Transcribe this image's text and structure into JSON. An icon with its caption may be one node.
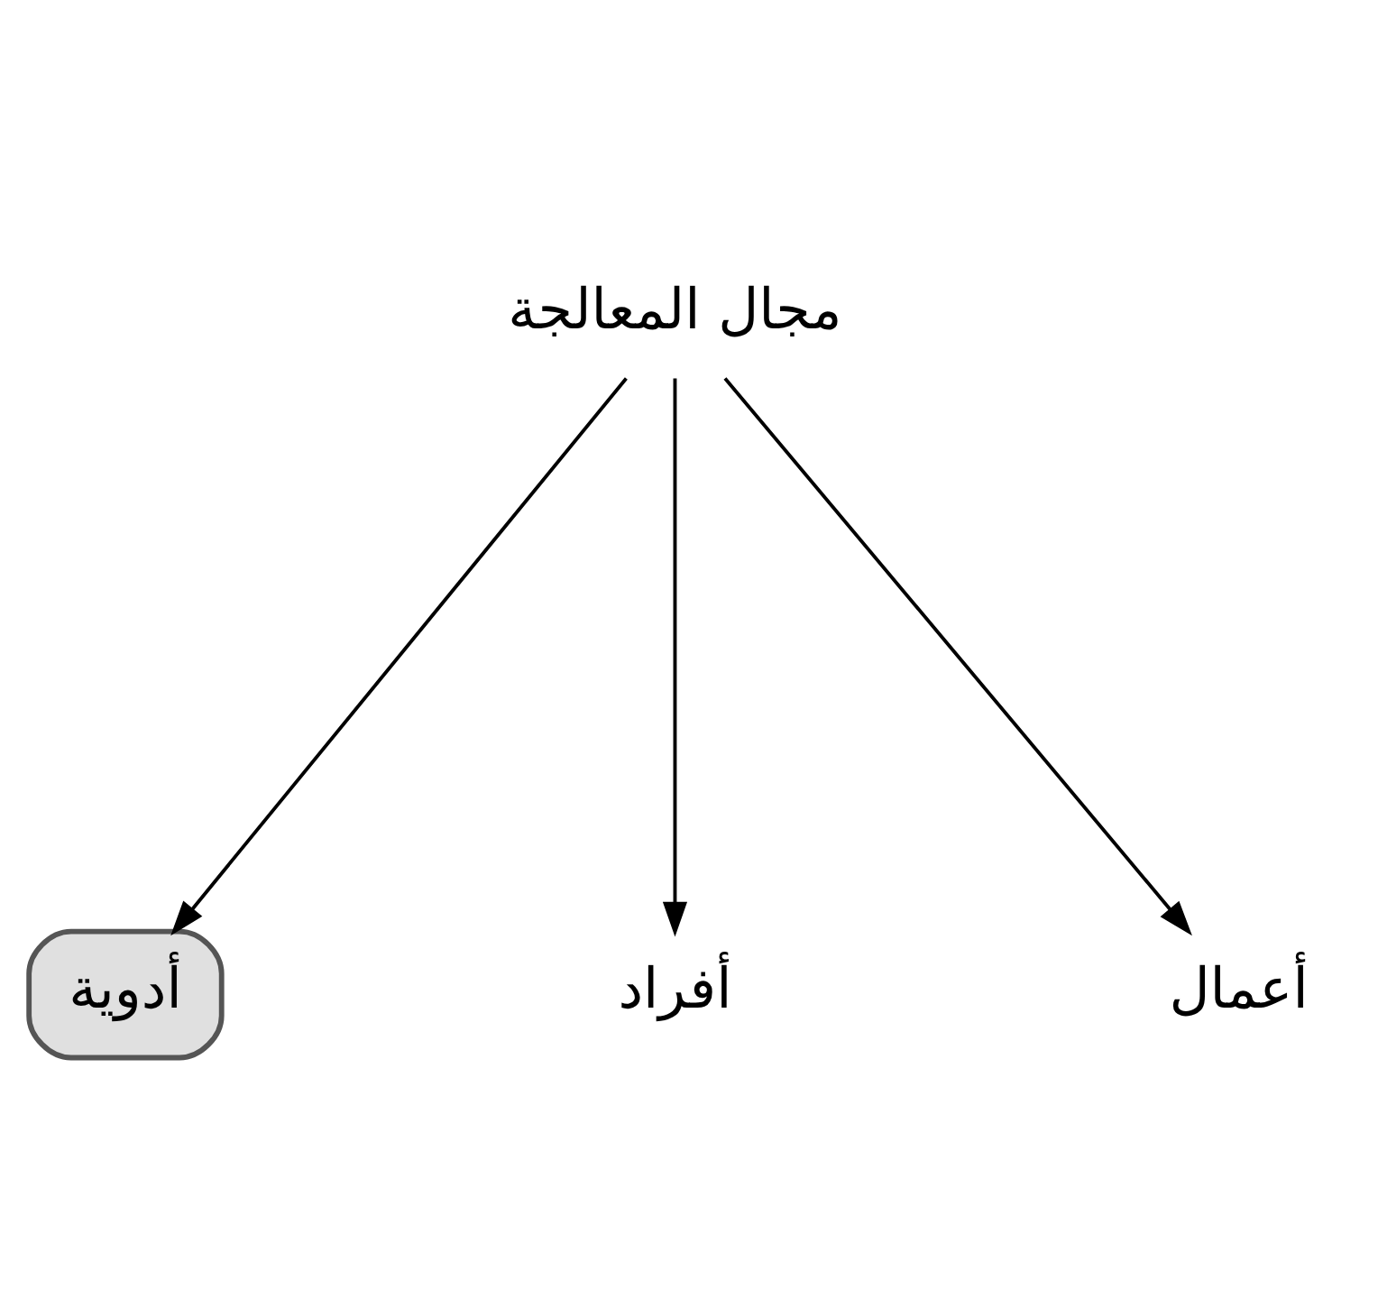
{
  "diagram": {
    "nodes": [
      {
        "text": [
          "مجال المعالجة"
        ]
      },
      {
        "text": [
          "أدوية"
        ]
      },
      {
        "text": [
          "أفراد"
        ]
      },
      {
        "text": [
          "أعمال"
        ]
      }
    ],
    "edges": [
      {
        "from": 0,
        "to": 1,
        "arrow": "to"
      },
      {
        "from": 0,
        "to": 2,
        "arrow": "to"
      },
      {
        "from": 0,
        "to": 3,
        "arrow": "to"
      }
    ]
  }
}
